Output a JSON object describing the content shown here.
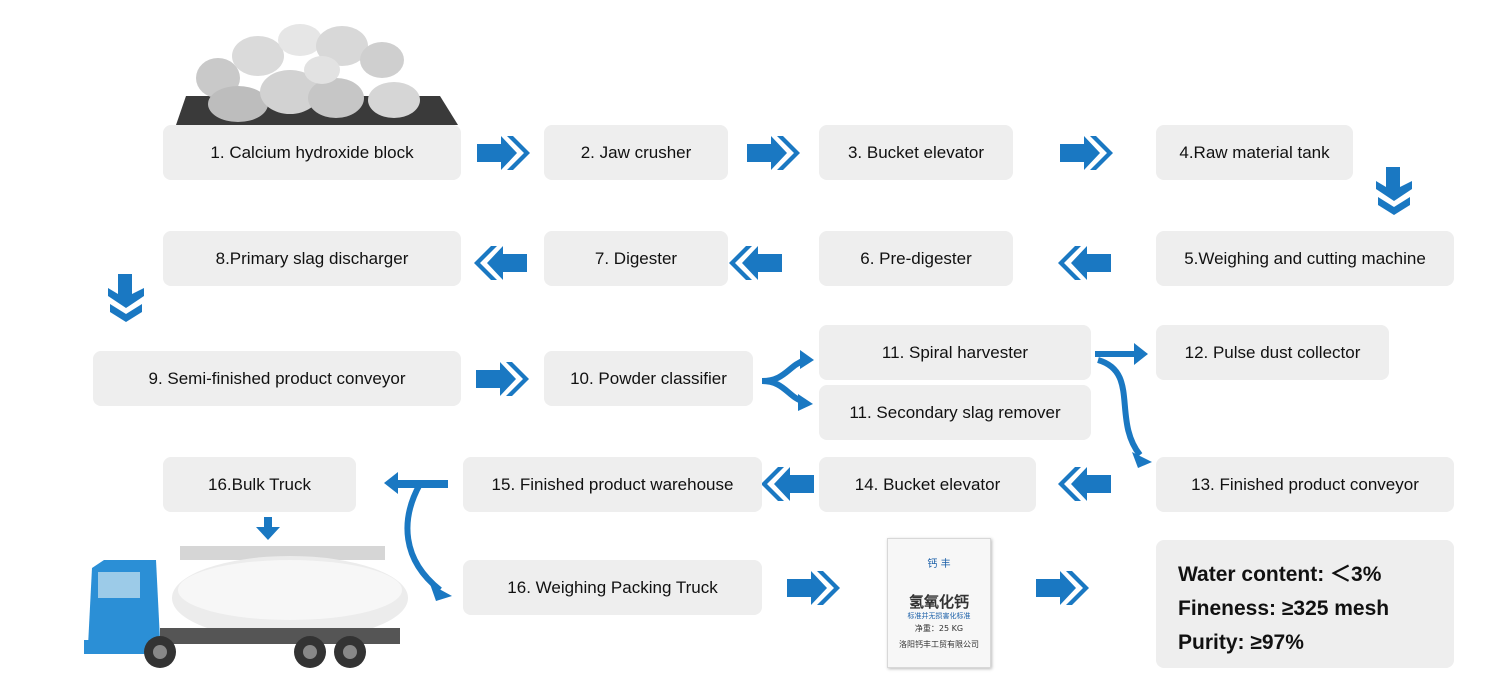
{
  "steps": {
    "s1": "1. Calcium hydroxide block",
    "s2": "2. Jaw crusher",
    "s3": "3. Bucket elevator",
    "s4": "4.Raw material tank",
    "s5": "5.Weighing and cutting machine",
    "s6": "6. Pre-digester",
    "s7": "7. Digester",
    "s8": "8.Primary slag discharger",
    "s9": "9. Semi-finished product conveyor",
    "s10": "10. Powder classifier",
    "s11a": "11. Spiral harvester",
    "s11b": "11. Secondary slag remover",
    "s12": "12. Pulse dust collector",
    "s13": "13. Finished product conveyor",
    "s14": "14. Bucket elevator",
    "s15": "15. Finished product warehouse",
    "s16a": "16.Bulk Truck",
    "s16b": "16. Weighing Packing Truck"
  },
  "specs": {
    "water": "Water content: ＜3%",
    "fineness": "Fineness: ≥325 mesh",
    "purity": "Purity: ≥97%"
  },
  "bag": {
    "brand": "钙 丰",
    "name": "氢氧化钙",
    "standard": "标准并无损害化标准",
    "net": "净重：25 KG",
    "company": "洛阳钙丰工贸有限公司"
  },
  "colors": {
    "arrow": "#1a78c2",
    "box": "#eeeeee"
  }
}
